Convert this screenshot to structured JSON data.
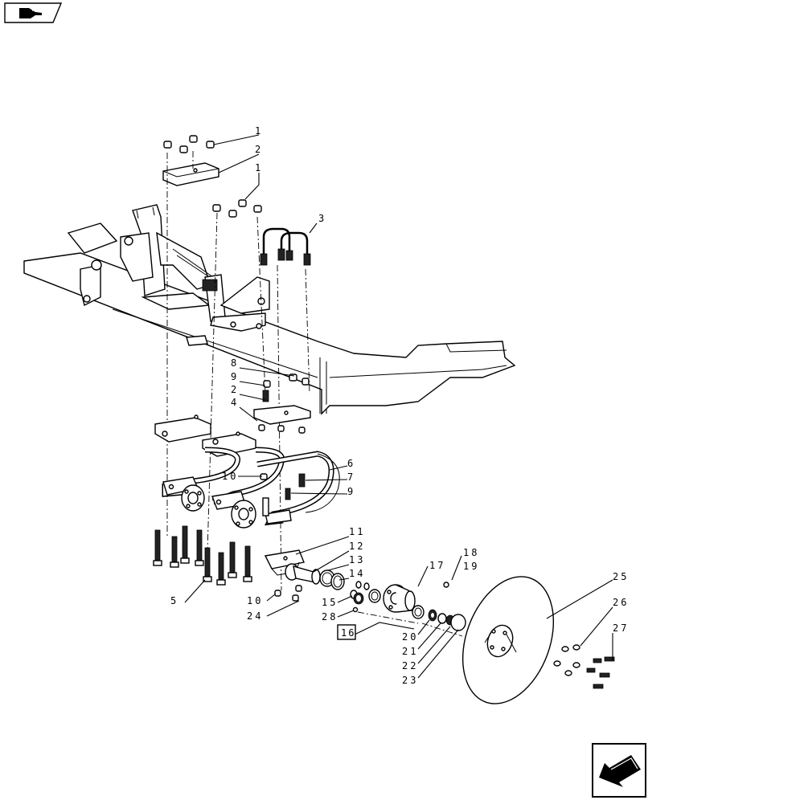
{
  "nav": {
    "back_icon": "hand-pointing-icon",
    "next_icon": "arrow-down-left-icon"
  },
  "callouts": [
    {
      "id": "c1a",
      "text": "1"
    },
    {
      "id": "c2a",
      "text": "2"
    },
    {
      "id": "c1b",
      "text": "1"
    },
    {
      "id": "c3",
      "text": "3"
    },
    {
      "id": "c8",
      "text": "8"
    },
    {
      "id": "c9a",
      "text": "9"
    },
    {
      "id": "c2b",
      "text": "2"
    },
    {
      "id": "c4",
      "text": "4"
    },
    {
      "id": "c6",
      "text": "6"
    },
    {
      "id": "c7",
      "text": "7"
    },
    {
      "id": "c9b",
      "text": "9"
    },
    {
      "id": "c10a",
      "text": "10"
    },
    {
      "id": "c11",
      "text": "11"
    },
    {
      "id": "c12",
      "text": "12"
    },
    {
      "id": "c13",
      "text": "13"
    },
    {
      "id": "c14",
      "text": "14"
    },
    {
      "id": "c5",
      "text": "5"
    },
    {
      "id": "c10b",
      "text": "10"
    },
    {
      "id": "c24",
      "text": "24"
    },
    {
      "id": "c15",
      "text": "15"
    },
    {
      "id": "c28",
      "text": "28"
    },
    {
      "id": "c16",
      "text": "16"
    },
    {
      "id": "c17",
      "text": "17"
    },
    {
      "id": "c18",
      "text": "18"
    },
    {
      "id": "c19",
      "text": "19"
    },
    {
      "id": "c20",
      "text": "20"
    },
    {
      "id": "c21",
      "text": "21"
    },
    {
      "id": "c22",
      "text": "22"
    },
    {
      "id": "c23",
      "text": "23"
    },
    {
      "id": "c25",
      "text": "25"
    },
    {
      "id": "c26",
      "text": "26"
    },
    {
      "id": "c27",
      "text": "27"
    }
  ]
}
